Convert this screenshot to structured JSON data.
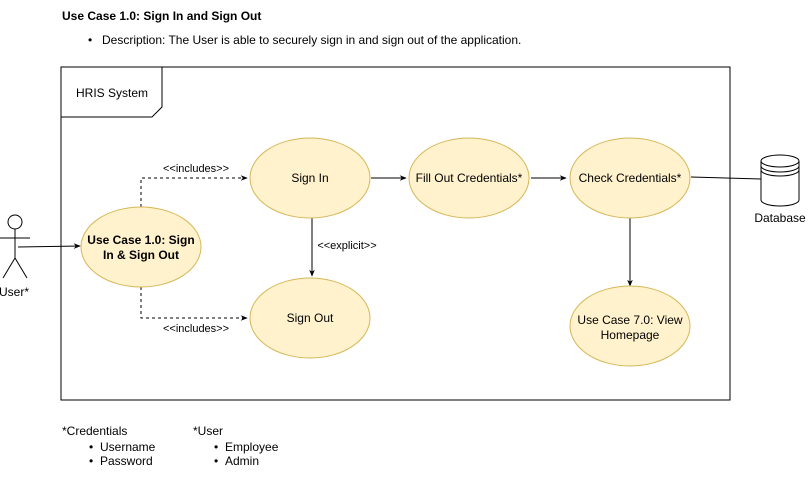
{
  "heading": "Use Case 1.0: Sign In and Sign Out",
  "description": "Description: The User is able to securely sign in and sign out of the application.",
  "system_boundary": {
    "label": "HRIS System"
  },
  "actor": {
    "label": "User*"
  },
  "database": {
    "label": "Database"
  },
  "use_cases": {
    "main_line1": "Use Case 1.0: Sign",
    "main_line2": "In & Sign Out",
    "sign_in": "Sign In",
    "sign_out": "Sign Out",
    "fill_out": "Fill Out Credentials*",
    "check": "Check Credentials*",
    "view_line1": "Use Case 7.0: View",
    "view_line2": "Homepage"
  },
  "relations": {
    "includes_top": "<<includes>>",
    "includes_bottom": "<<includes>>",
    "explicit": "<<explicit>>"
  },
  "notes": {
    "credentials": {
      "title": "*Credentials",
      "items": [
        "Username",
        "Password"
      ]
    },
    "user": {
      "title": "*User",
      "items": [
        "Employee",
        "Admin"
      ]
    }
  },
  "colors": {
    "use_case_fill": "#fff2cc",
    "use_case_stroke": "#d6b656",
    "line": "#000000"
  }
}
